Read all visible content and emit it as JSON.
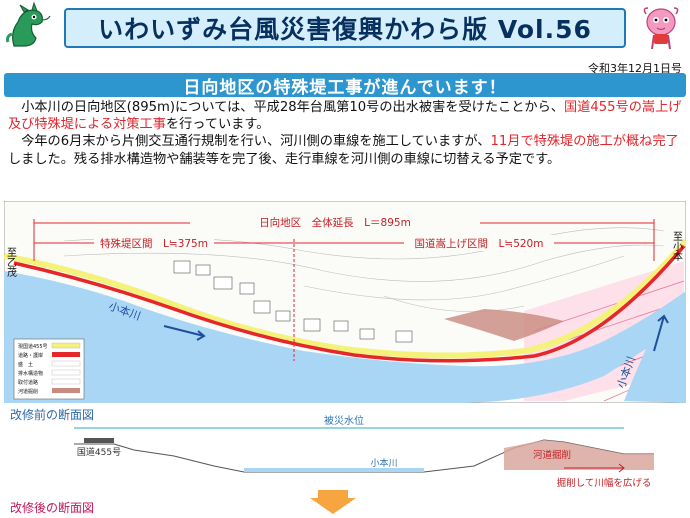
{
  "header": {
    "title": "いわいずみ台風災害復興かわら版 Vol.56",
    "date": "令和3年12月1日号",
    "mascot_left_icon": "dragon-mascot-icon",
    "mascot_right_icon": "pink-character-mascot-icon"
  },
  "banner": {
    "text": "日向地区の特殊堤工事が進んでいます！"
  },
  "article": {
    "p1_a": "小本川の日向地区(895m)については、平成28年台風第10号の出水被害を受けたことから、",
    "p1_red": "国道455号の嵩上げ及び特殊堤による対策工事",
    "p1_b": "を行っています。",
    "p2_a": "今年の6月末から片側交互通行規制を行い、河川側の車線を施工していますが、",
    "p2_red": "11月で特殊堤の施工が概ね完了",
    "p2_b": "しました。残る排水構造物や舗装等を完了後、走行車線を河川側の車線に切替える予定です。"
  },
  "map": {
    "total_label": "日向地区　全体延長　L＝895m",
    "special_levee_label": "特殊堤区間　L≒375m",
    "road_raise_label": "国道嵩上げ区間　L≒520m",
    "left_direction": "至乙茂",
    "right_direction": "至小本",
    "river_label_left": "小本川",
    "river_label_right": "小本川",
    "legend": [
      "現国道455号",
      "道路・護岸",
      "盛　土",
      "排水構造物",
      "取付道路",
      "河道掘削"
    ],
    "colors": {
      "river": "#a9d6f5",
      "road": "#f4f27a",
      "levee": "#e5262b",
      "excavation": "#c98a80",
      "pink_hatch": "#e8779a"
    }
  },
  "section_before": {
    "title": "改修前の断面図",
    "flood_level": "被災水位",
    "road_label": "国道455号",
    "river_label": "小本川",
    "excavation_label": "河道掘削",
    "widen_label": "掘削して川幅を広げる"
  },
  "section_after": {
    "title": "改修後の断面図"
  }
}
